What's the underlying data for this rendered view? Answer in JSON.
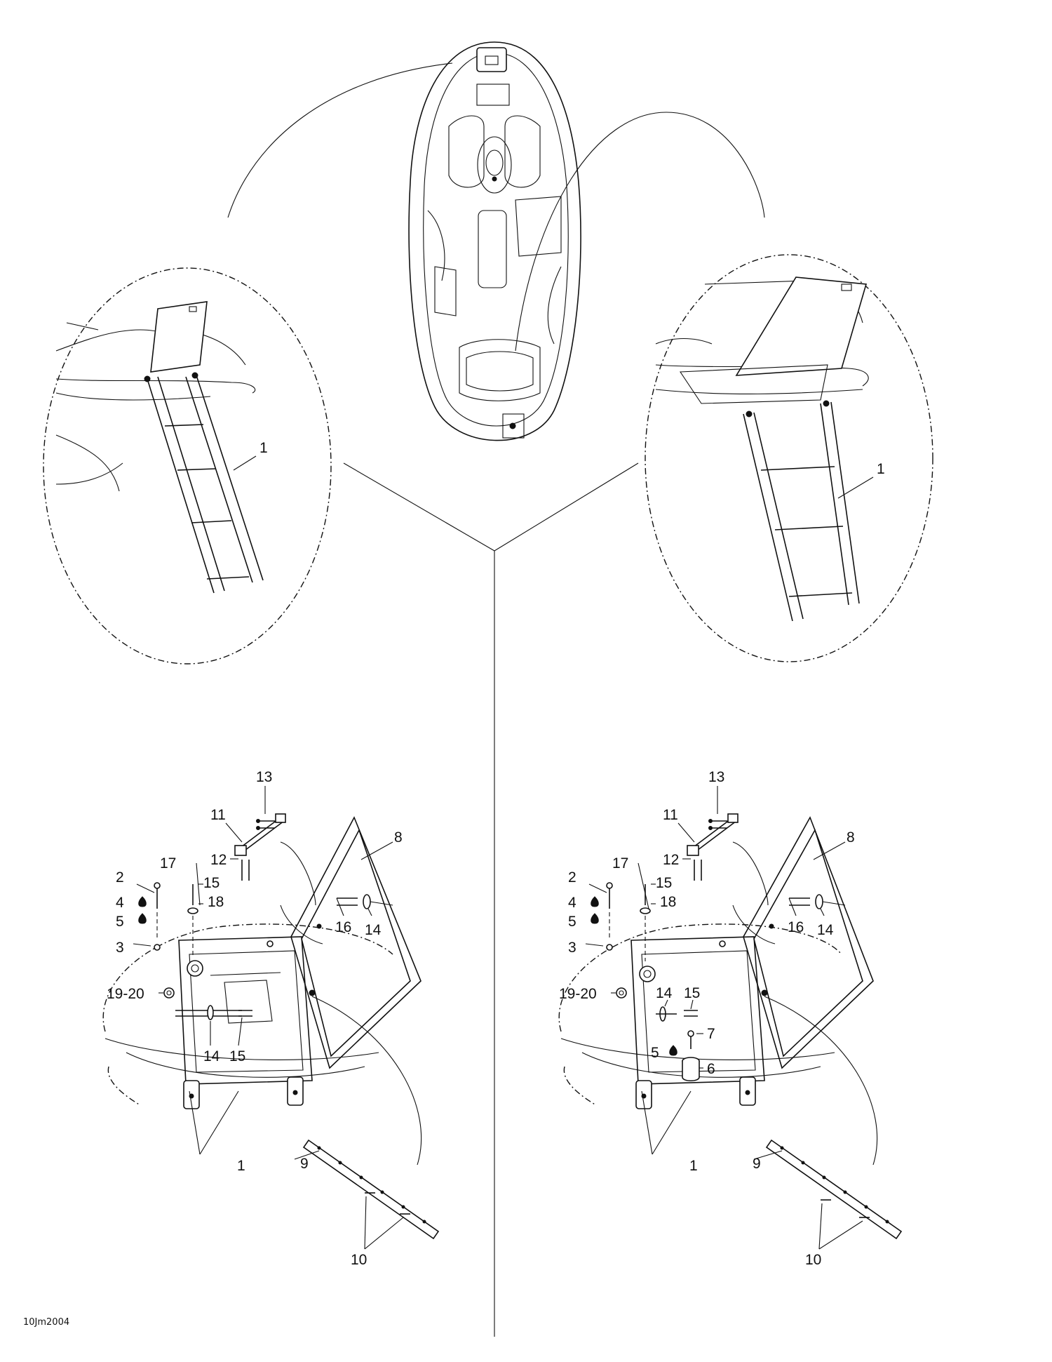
{
  "callouts": {
    "top_left_ladder": "1",
    "top_right_ladder": "1",
    "left": {
      "c13": "13",
      "c11": "11",
      "c8": "8",
      "c12": "12",
      "c17": "17",
      "c2": "2",
      "c15a": "15",
      "c18": "18",
      "c4": "4",
      "c16": "16",
      "c14a": "14",
      "c5": "5",
      "c3": "3",
      "c19_20": "19-20",
      "c14b": "14",
      "c15b": "15",
      "c1": "1",
      "c9": "9",
      "c10": "10"
    },
    "right": {
      "c13": "13",
      "c11": "11",
      "c8": "8",
      "c12": "12",
      "c17": "17",
      "c2": "2",
      "c15a": "15",
      "c18": "18",
      "c4": "4",
      "c16": "16",
      "c14a": "14",
      "c5a": "5",
      "c3": "3",
      "c19_20": "19-20",
      "c14b": "14",
      "c15b": "15",
      "c7": "7",
      "c5b": "5",
      "c6": "6",
      "c1": "1",
      "c9": "9",
      "c10": "10"
    }
  },
  "drawing_code": "10Jm2004"
}
